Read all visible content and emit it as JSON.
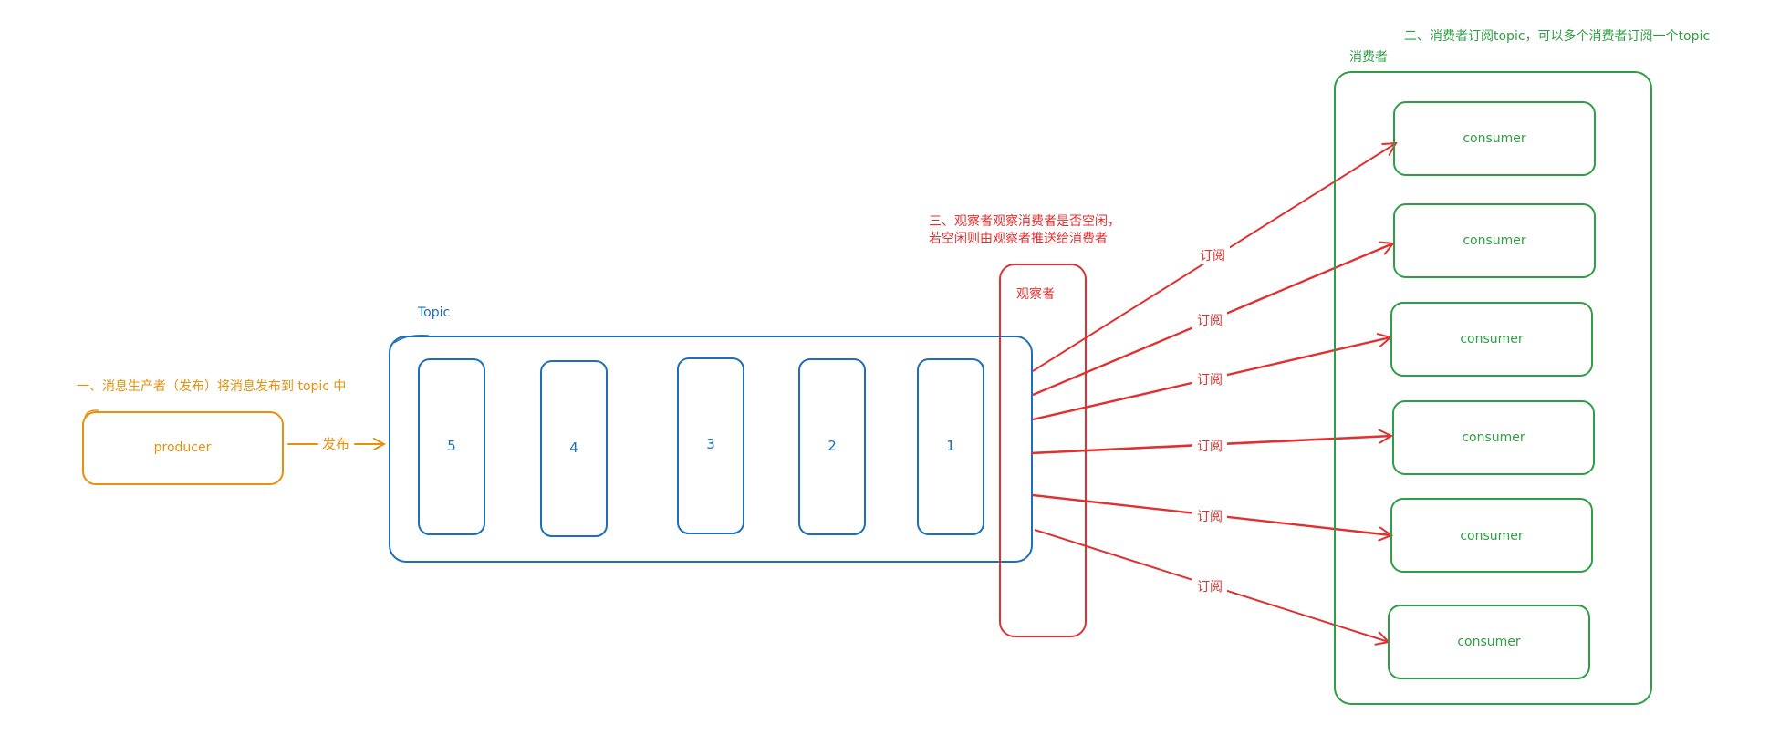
{
  "producer": {
    "note": "一、消息生产者（发布）将消息发布到 topic 中",
    "box_label": "producer",
    "publish_label": "发布"
  },
  "topic": {
    "title": "Topic",
    "queue": [
      "5",
      "4",
      "3",
      "2",
      "1"
    ]
  },
  "observer": {
    "note_line1": "三、观察者观察消费者是否空闲，",
    "note_line2": "若空闲则由观察者推送给消费者",
    "label": "观察者",
    "subscribe_label": "订阅"
  },
  "consumers": {
    "note": "二、消费者订阅topic，可以多个消费者订阅一个topic",
    "group_label": "消费者",
    "items": [
      "consumer",
      "consumer",
      "consumer",
      "consumer",
      "consumer",
      "consumer"
    ]
  },
  "colors": {
    "producer": "#e8900c",
    "topic": "#1f6fb8",
    "observer": "#e03131",
    "consumer": "#2f9e44"
  }
}
